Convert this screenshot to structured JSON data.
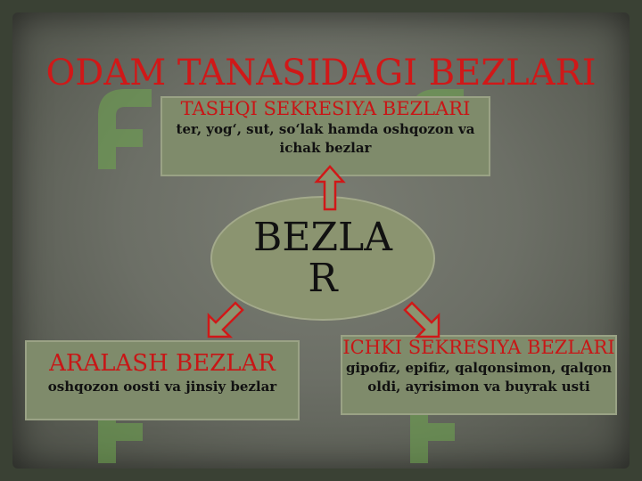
{
  "title": "ODAM TANASIDAGI BEZLARI",
  "center": {
    "label": "BEZLAR"
  },
  "boxes": {
    "top": {
      "heading": "TASHQI SEKRESIYA BEZLARI",
      "body": "ter, yog‘, sut, so‘lak hamda oshqozon va ichak bezlar"
    },
    "left": {
      "heading": "ARALASH BEZLAR",
      "body": "oshqozon oosti va jinsiy bezlar"
    },
    "right": {
      "heading": "ICHKI SEKRESIYA BEZLARI",
      "body": "gipofiz, epifiz, qalqonsimon, qalqon oldi, ayrisimon va buyrak usti"
    }
  },
  "colors": {
    "heading": "#d01818",
    "box": "#7f8b6b",
    "arrow_stroke": "#d01818"
  },
  "icons": [
    "arrow-up-icon",
    "arrow-down-left-icon",
    "arrow-down-right-icon",
    "watermark-logo-icon"
  ]
}
